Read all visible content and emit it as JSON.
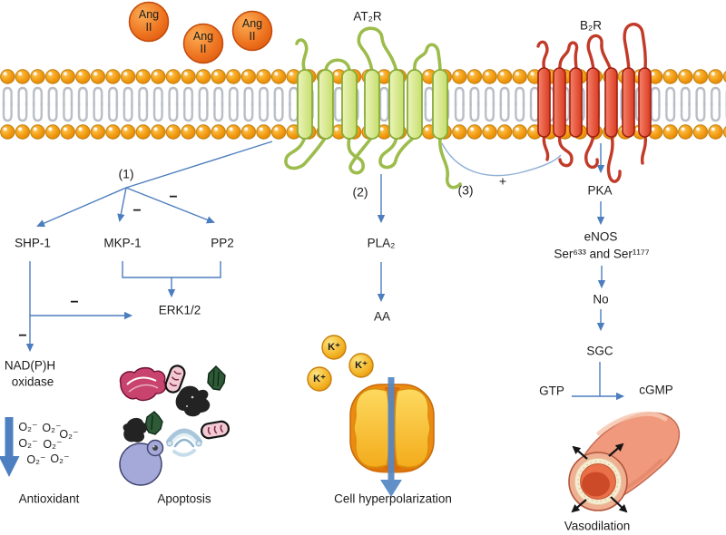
{
  "ligands": {
    "name": "Ang",
    "sub": "II"
  },
  "receptors": {
    "at2r": "AT₂R",
    "b2r": "B₂R"
  },
  "symbols": {
    "branch1": "(1)",
    "branch2": "(2)",
    "branch3": "(3)",
    "plus": "+",
    "minus": "−"
  },
  "left_pathway": {
    "shp1": "SHP-1",
    "mkp1": "MKP-1",
    "pp2": "PP2",
    "erk12": "ERK1/2",
    "nadph": "NAD(P)H",
    "oxidase": "oxidase",
    "superoxide": "O₂⁻",
    "antioxidant": "Antioxidant",
    "apoptosis": "Apoptosis"
  },
  "middle_pathway": {
    "pla2": "PLA₂",
    "aa": "AA",
    "k_ion": "K⁺",
    "result": "Cell hyperpolarization"
  },
  "right_pathway": {
    "pka": "PKA",
    "enos": "eNOS",
    "ser_sites": "Ser⁶³³ and Ser¹¹⁷⁷",
    "no": "No",
    "sgc": "SGC",
    "gtp": "GTP",
    "cgmp": "cGMP",
    "result": "Vasodilation"
  },
  "colors": {
    "arrow_blue": "#4C7DBE",
    "membrane_orange": "#F09B10",
    "at2r_green": "#D7E993",
    "b2r_red": "#E8503A",
    "ang_orange": "#ED7117",
    "k_yellow": "#F6C32F",
    "vessel_salmon": "#F0997C",
    "lavender": "#A4A9D9"
  }
}
